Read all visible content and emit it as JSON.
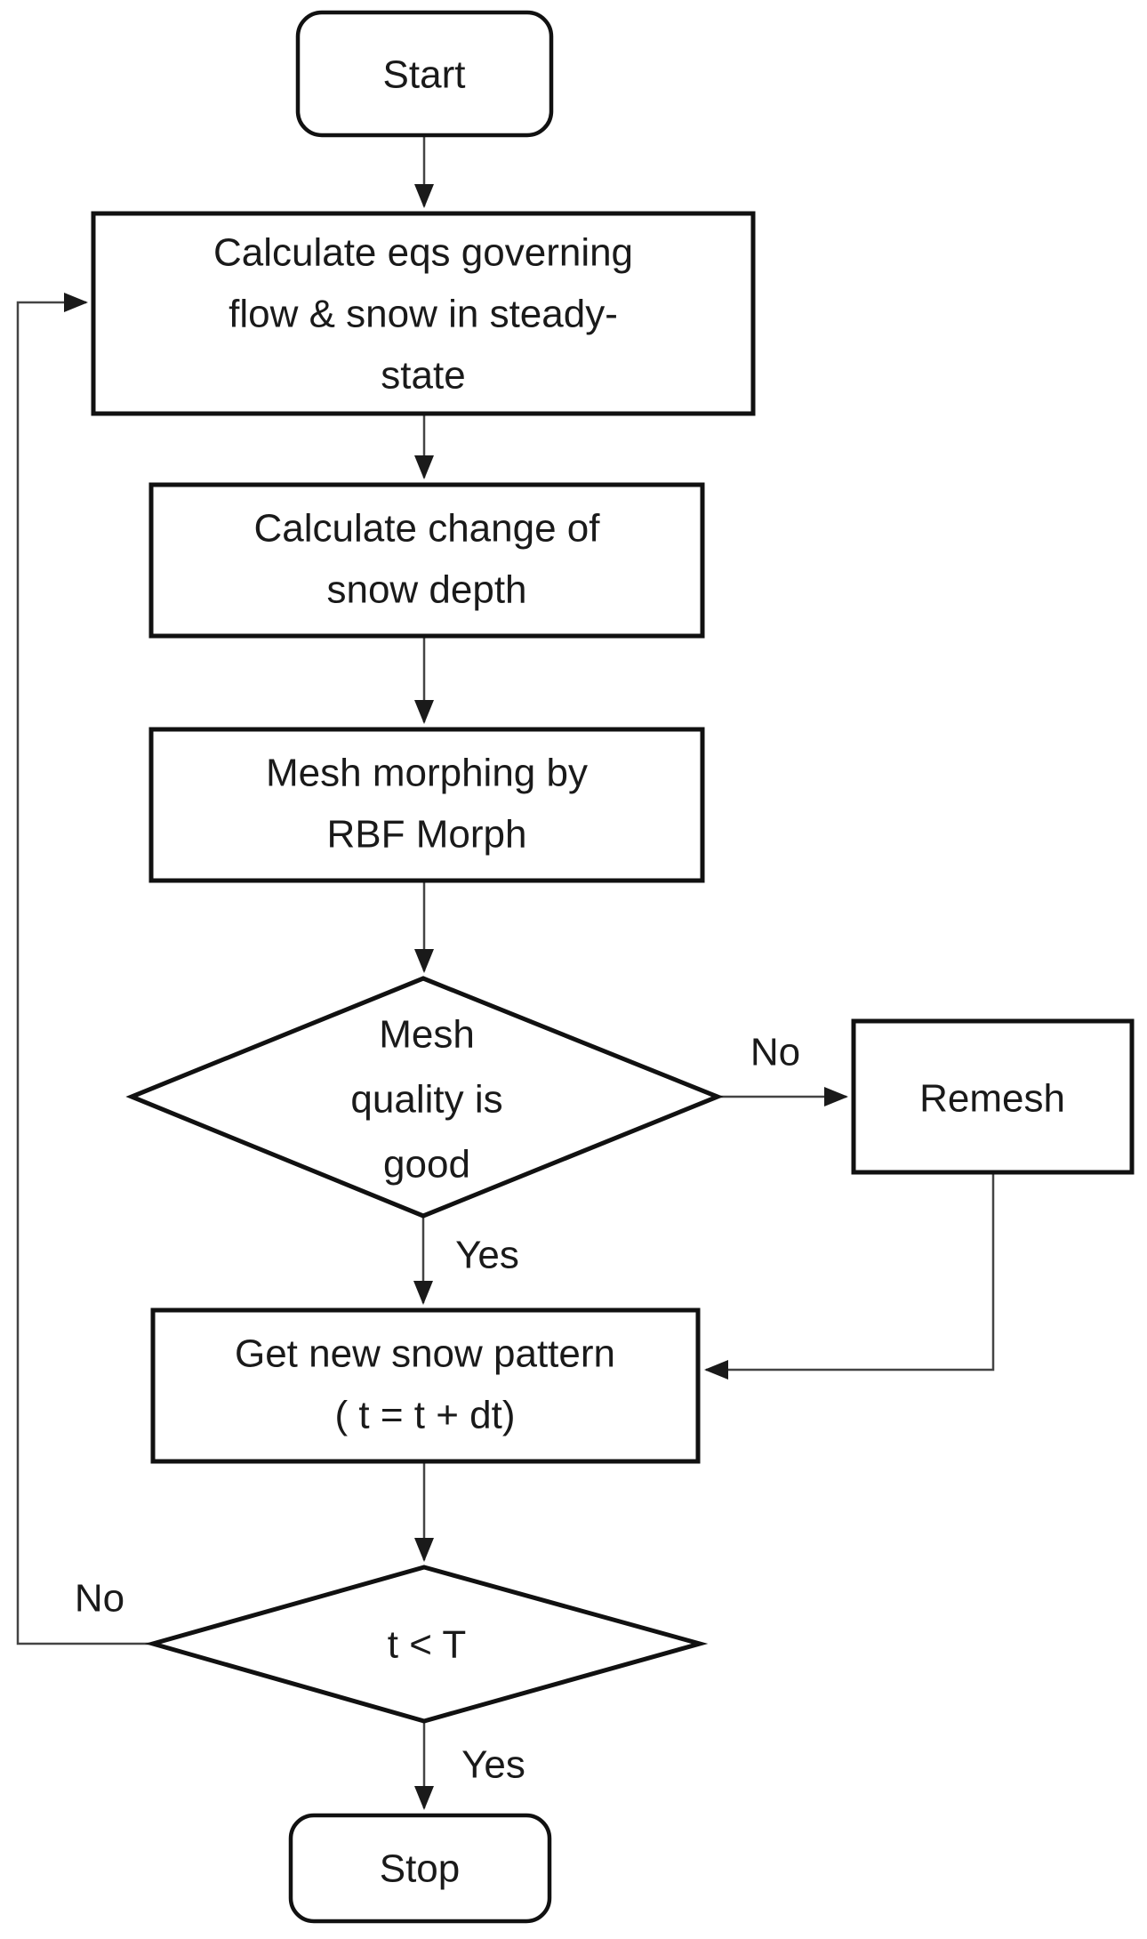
{
  "diagram": {
    "type": "flowchart",
    "background_color": "#ffffff",
    "shape_border_color": "#111111",
    "connector_color": "#444444",
    "text_color": "#1a1a1a",
    "nodes": {
      "start": {
        "shape": "rounded-rectangle",
        "label": "Start"
      },
      "calc_eqs": {
        "shape": "process",
        "lines": [
          "Calculate eqs governing",
          "flow & snow in steady-",
          "state"
        ]
      },
      "calc_depth": {
        "shape": "process",
        "lines": [
          "Calculate change of",
          "snow depth"
        ]
      },
      "mesh_morph": {
        "shape": "process",
        "lines": [
          "Mesh morphing by",
          "RBF Morph"
        ]
      },
      "mesh_quality": {
        "shape": "decision",
        "lines": [
          "Mesh",
          "quality is",
          "good"
        ]
      },
      "remesh": {
        "shape": "process",
        "label": "Remesh"
      },
      "new_snow": {
        "shape": "process",
        "lines": [
          "Get new snow pattern",
          "( t = t + dt)"
        ]
      },
      "time_check": {
        "shape": "decision",
        "label": "t < T"
      },
      "stop": {
        "shape": "rounded-rectangle",
        "label": "Stop"
      }
    },
    "edge_labels": {
      "mesh_quality_no": "No",
      "mesh_quality_yes": "Yes",
      "time_check_yes": "Yes",
      "time_check_no": "No"
    }
  }
}
